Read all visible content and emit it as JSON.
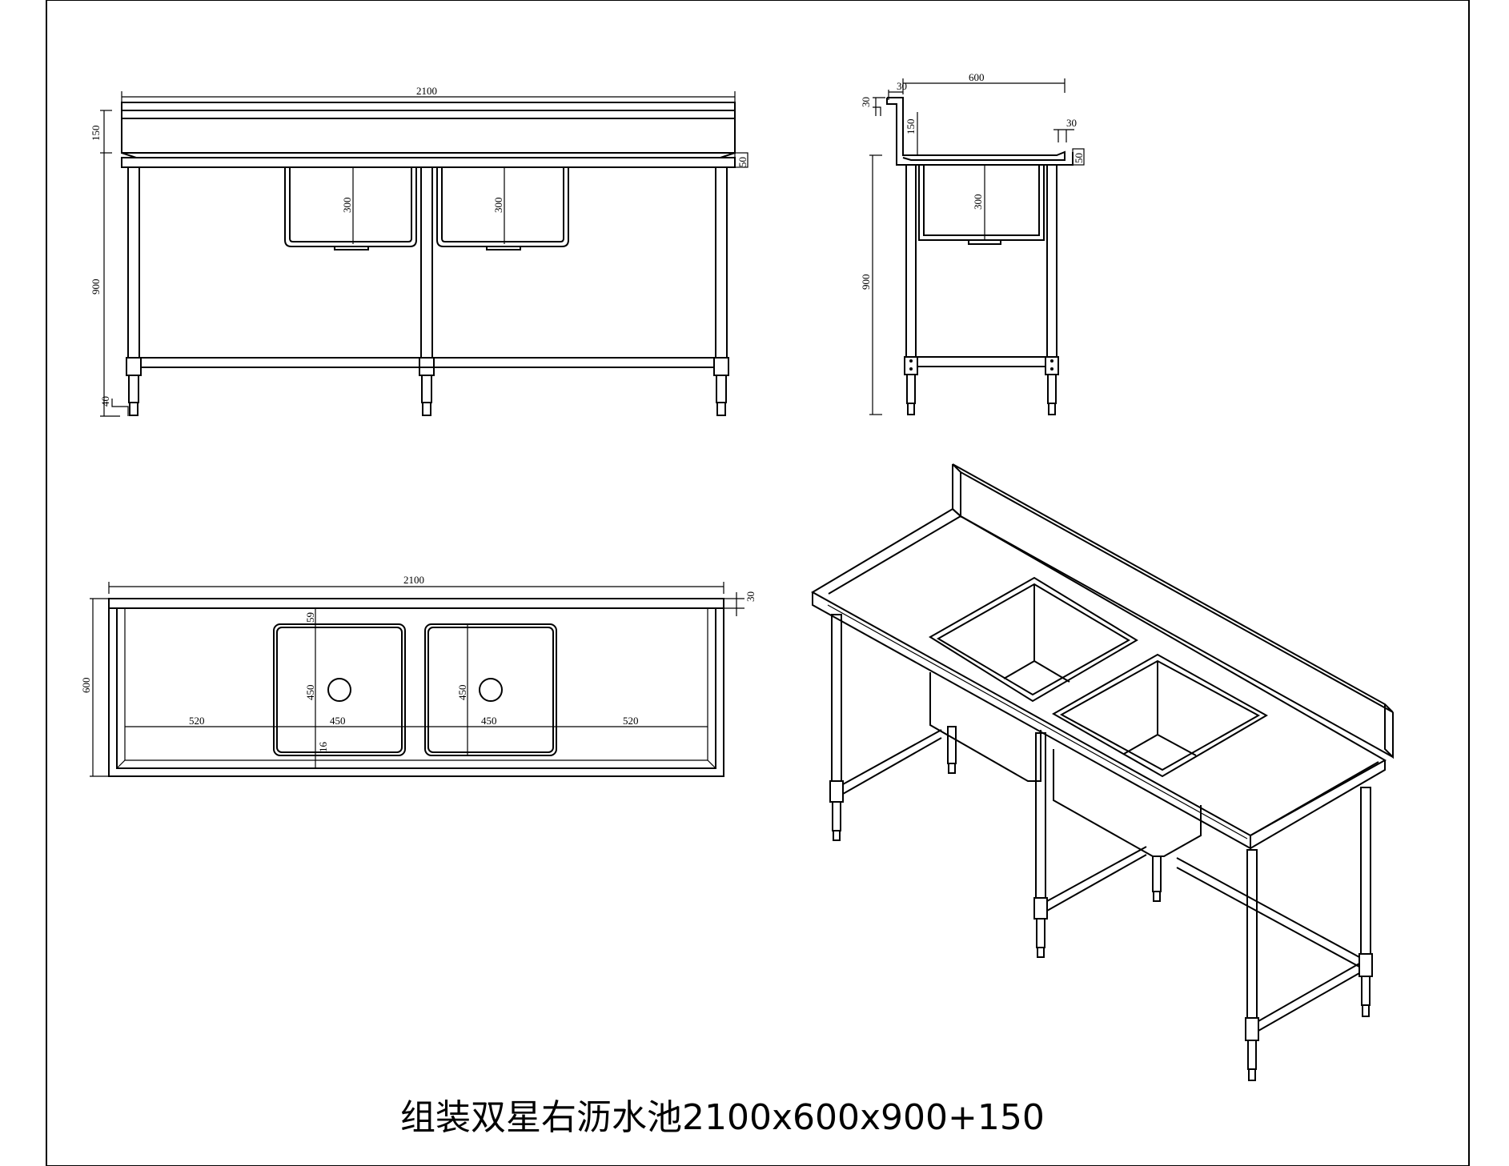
{
  "title": "组装双星右沥水池2100x600x900+150",
  "front_view": {
    "overall_length": "2100",
    "backsplash_height": "150",
    "leg_height": "900",
    "edge_thickness": "50",
    "bowl_depth_left": "300",
    "bowl_depth_right": "300",
    "foot_height": "40"
  },
  "side_view": {
    "depth": "600",
    "top_flange": "30",
    "top_lip": "30",
    "backsplash_height": "150",
    "front_lip": "30",
    "edge_thickness": "50",
    "bowl_depth": "300",
    "leg_height": "900"
  },
  "plan_view": {
    "overall_length": "2100",
    "depth": "600",
    "backsplash_thickness": "30",
    "drainboard_left": "520",
    "bowl_width_left": "450",
    "bowl_width_right": "450",
    "drainboard_right": "520",
    "bowl_length_left": "450",
    "bowl_length_right": "450",
    "bowl_back_offset": "59",
    "bowl_front_offset": "16"
  }
}
